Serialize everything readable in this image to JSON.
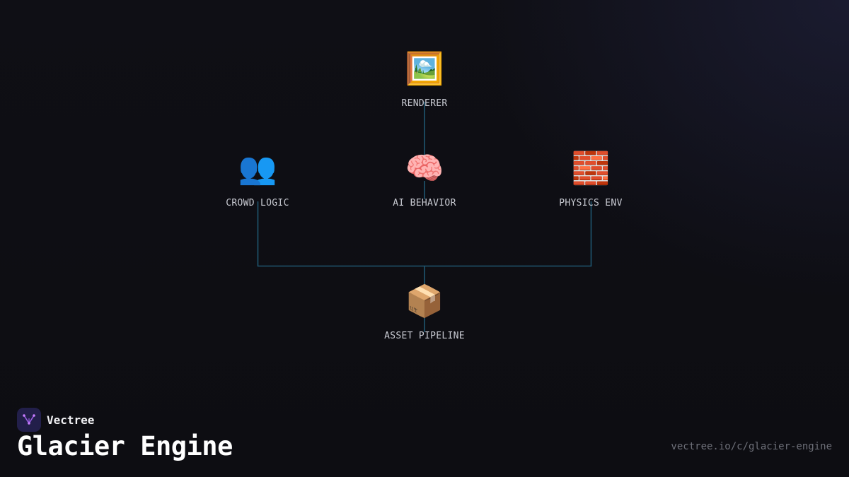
{
  "diagram": {
    "nodes": [
      {
        "id": "renderer",
        "label": "RENDERER",
        "icon": "framed-picture-icon",
        "glyph": "🖼️"
      },
      {
        "id": "crowd-logic",
        "label": "CROWD LOGIC",
        "icon": "people-icon",
        "glyph": "👥"
      },
      {
        "id": "ai-behavior",
        "label": "AI BEHAVIOR",
        "icon": "brain-icon",
        "glyph": "🧠"
      },
      {
        "id": "physics-env",
        "label": "PHYSICS ENV",
        "icon": "brick-icon",
        "glyph": "🧱"
      },
      {
        "id": "asset-pipeline",
        "label": "ASSET PIPELINE",
        "icon": "package-icon",
        "glyph": "📦"
      }
    ],
    "edges": [
      {
        "from": "renderer",
        "to": "ai-behavior"
      },
      {
        "from": "crowd-logic",
        "to": "asset-pipeline"
      },
      {
        "from": "ai-behavior",
        "to": "asset-pipeline"
      },
      {
        "from": "physics-env",
        "to": "asset-pipeline"
      }
    ],
    "colors": {
      "edge": "#1f5670",
      "label": "#c9cbd3",
      "background": "#0e0e13"
    }
  },
  "footer": {
    "brand_name": "Vectree",
    "brand_icon": "vectree-logo-icon",
    "project_title": "Glacier Engine",
    "url": "vectree.io/c/glacier-engine",
    "colors": {
      "logo_bg": "#221f4a",
      "logo_accent": "#9b5de5"
    }
  }
}
